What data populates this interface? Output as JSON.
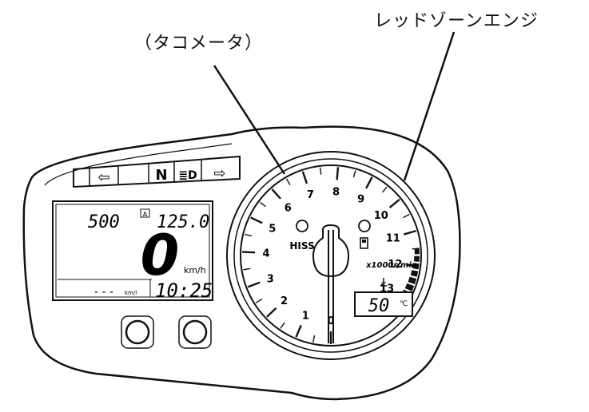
{
  "callouts": {
    "tachometer": "（タコメータ）",
    "red_zone": "レッドゾーンエンジ"
  },
  "indicators": {
    "left_turn": "⇦",
    "neutral": "N",
    "high_beam": "≣D",
    "right_turn": "⇨"
  },
  "lcd": {
    "trip": "500",
    "odometer_icon": "A",
    "odometer": "125.0",
    "speed": "0",
    "speed_unit": "km/h",
    "fuel_bar": "- - -",
    "fuel_unit": "km/l",
    "clock": "10:25"
  },
  "tach": {
    "numbers": [
      "0",
      "1",
      "2",
      "3",
      "4",
      "5",
      "6",
      "7",
      "8",
      "9",
      "10",
      "11",
      "12",
      "13"
    ],
    "hiss_label": "HISS",
    "unit_label": "x1000r/min",
    "temp_value": "50",
    "temp_unit": "℃"
  },
  "colors": {
    "line": "#111111",
    "face": "#ffffff",
    "red_zone": "#111111"
  }
}
